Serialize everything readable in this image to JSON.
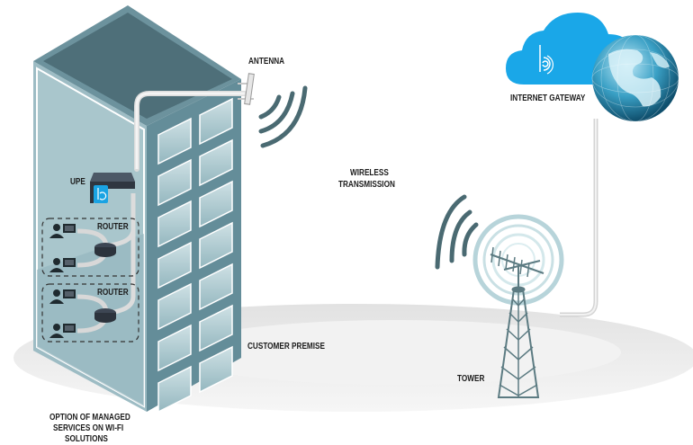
{
  "diagram": {
    "title": "Wireless Network Service Architecture",
    "labels": {
      "antenna": "ANTENNA",
      "internet_gateway": "INTERNET GATEWAY",
      "upe": "UPE",
      "router_1": "ROUTER",
      "router_2": "ROUTER",
      "wireless_transmission_line1": "WIRELESS",
      "wireless_transmission_line2": "TRANSMISSION",
      "customer_premise": "CUSTOMER PREMISE",
      "tower": "TOWER",
      "managed_services_line1": "OPTION OF MANAGED",
      "managed_services_line2": "SERVICES ON WI-FI",
      "managed_services_line3": "SOLUTIONS"
    },
    "nodes": [
      {
        "id": "building",
        "type": "customer-premise-building"
      },
      {
        "id": "antenna",
        "type": "antenna"
      },
      {
        "id": "upe",
        "type": "upe-device"
      },
      {
        "id": "router_1",
        "type": "router",
        "clients": 2
      },
      {
        "id": "router_2",
        "type": "router",
        "clients": 2
      },
      {
        "id": "tower",
        "type": "radio-tower"
      },
      {
        "id": "cloud",
        "type": "internet-cloud"
      },
      {
        "id": "globe",
        "type": "globe"
      }
    ],
    "edges": [
      {
        "from": "upe",
        "to": "antenna",
        "type": "cable"
      },
      {
        "from": "router_1",
        "to": "upe",
        "type": "cable"
      },
      {
        "from": "router_2",
        "to": "upe",
        "type": "cable"
      },
      {
        "from": "antenna",
        "to": "tower",
        "type": "wireless"
      },
      {
        "from": "tower",
        "to": "cloud",
        "type": "cable"
      }
    ],
    "colors": {
      "building_dark": "#4f6f79",
      "building_mid": "#6a939f",
      "building_light": "#a6c3ca",
      "cloud": "#1aa7e8",
      "wave": "#4a6a72",
      "ground": "#eeeeee"
    }
  }
}
